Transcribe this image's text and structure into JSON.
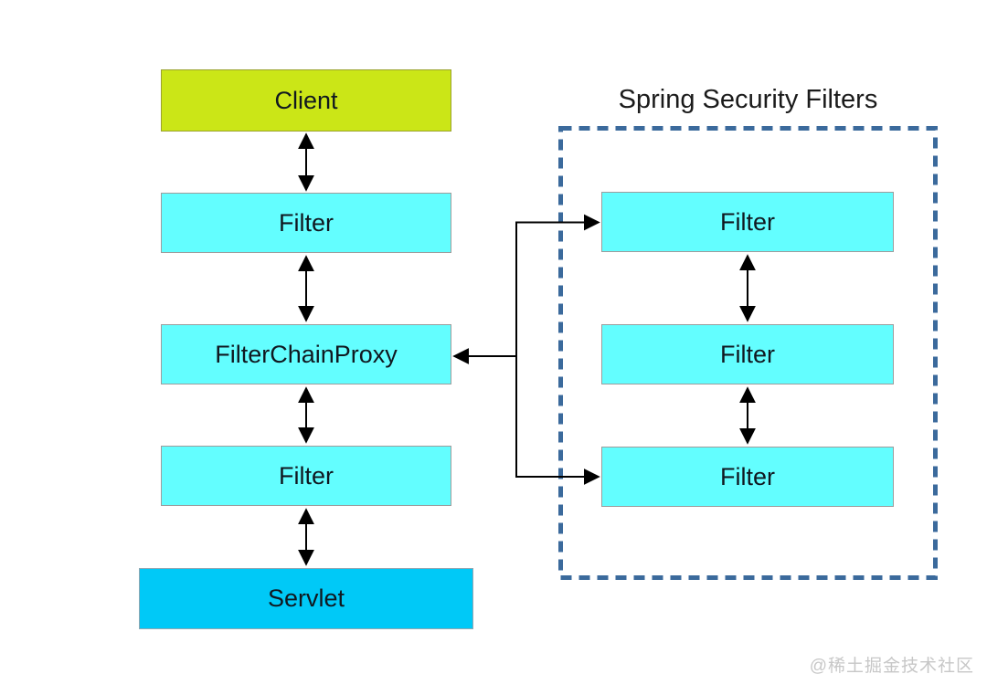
{
  "diagram": {
    "left_flow": {
      "nodes": [
        {
          "id": "client",
          "label": "Client"
        },
        {
          "id": "filter-top",
          "label": "Filter"
        },
        {
          "id": "filter-chain-proxy",
          "label": "FilterChainProxy"
        },
        {
          "id": "filter-bottom",
          "label": "Filter"
        },
        {
          "id": "servlet",
          "label": "Servlet"
        }
      ]
    },
    "security_filters_group": {
      "title": "Spring Security Filters",
      "filters": [
        {
          "id": "security-filter-1",
          "label": "Filter"
        },
        {
          "id": "security-filter-2",
          "label": "Filter"
        },
        {
          "id": "security-filter-3",
          "label": "Filter"
        }
      ]
    },
    "edges": [
      {
        "from": "client",
        "to": "filter-top",
        "type": "bidirectional"
      },
      {
        "from": "filter-top",
        "to": "filter-chain-proxy",
        "type": "bidirectional"
      },
      {
        "from": "filter-chain-proxy",
        "to": "filter-bottom",
        "type": "bidirectional"
      },
      {
        "from": "filter-bottom",
        "to": "servlet",
        "type": "bidirectional"
      },
      {
        "from": "connector-spine",
        "to": "filter-chain-proxy",
        "type": "arrow"
      },
      {
        "from": "connector-spine",
        "to": "security-filter-1",
        "type": "arrow"
      },
      {
        "from": "connector-spine",
        "to": "security-filter-3",
        "type": "arrow"
      },
      {
        "from": "security-filter-1",
        "to": "security-filter-2",
        "type": "bidirectional"
      },
      {
        "from": "security-filter-2",
        "to": "security-filter-3",
        "type": "bidirectional"
      }
    ]
  },
  "watermark": "@稀土掘金技术社区",
  "colors": {
    "client_fill": "#cbe617",
    "filter_fill": "#63feff",
    "servlet_fill": "#00c9f7",
    "box_border": "#9c9c9c",
    "group_dashed_border": "#3b6a9c",
    "arrow": "#000000",
    "label_text": "#101820",
    "watermark_text": "#c7c7c7"
  }
}
